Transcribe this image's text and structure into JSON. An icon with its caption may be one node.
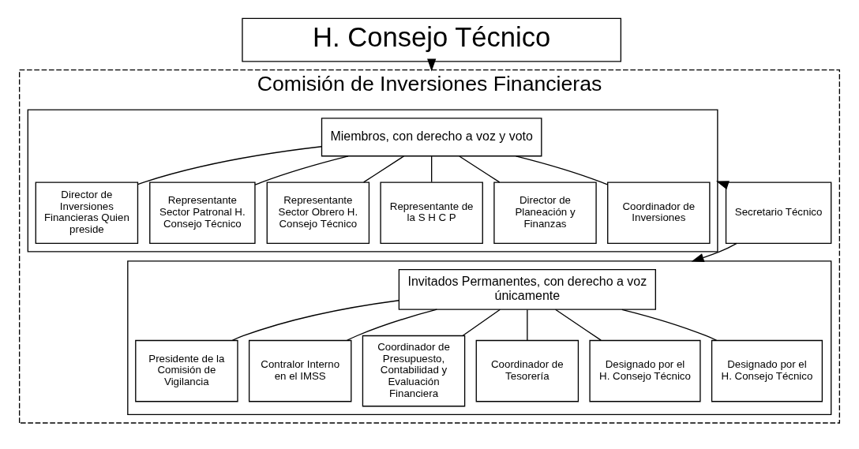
{
  "diagram": {
    "nodes": [
      {
        "text": [
          "H. Consejo Técnico"
        ]
      },
      {
        "text": [
          "Comisión de Inversiones Financieras"
        ]
      },
      {
        "text": [],
        "shape": "box",
        "in": 1
      },
      {
        "text": [
          "Miembros, con derecho a voz y voto"
        ],
        "in": 2
      },
      {
        "text": [
          "Director de Inversiones Financieras Quien preside"
        ],
        "in": 2
      },
      {
        "text": [
          "Representante Sector Patronal H. Consejo Técnico"
        ],
        "in": 2
      },
      {
        "text": [
          "Representante Sector Obrero H. Consejo Técnico"
        ],
        "in": 2
      },
      {
        "text": [
          "Representante de la S H C P"
        ],
        "in": 2
      },
      {
        "text": [
          "Director de Planeación y Finanzas"
        ],
        "in": 2
      },
      {
        "text": [
          "Coordinador de Inversiones"
        ],
        "in": 2
      },
      {
        "text": [
          "Secretario Técnico"
        ],
        "in": 1
      },
      {
        "text": [],
        "shape": "box",
        "in": 1
      },
      {
        "text": [
          "Invitados Permanentes, con derecho a voz únicamente"
        ],
        "in": 11
      },
      {
        "text": [
          "Presidente de la Comisión de Vigilancia"
        ],
        "in": 11
      },
      {
        "text": [
          "Contralor Interno en el IMSS"
        ],
        "in": 11
      },
      {
        "text": [
          "Coordinador de Presupuesto, Contabilidad y Evaluación Financiera"
        ],
        "in": 11
      },
      {
        "text": [
          "Coordinador de Tesorería"
        ],
        "in": 11
      },
      {
        "text": [
          "Designado por el H. Consejo Técnico"
        ],
        "in": 11
      },
      {
        "text": [
          "Designado por el H. Consejo Técnico"
        ],
        "in": 11
      }
    ],
    "edges": [
      {
        "from": 0,
        "to": 1,
        "arrow": "to"
      },
      {
        "from": 3,
        "to": 4,
        "arrow": "none"
      },
      {
        "from": 3,
        "to": 5,
        "arrow": "none"
      },
      {
        "from": 3,
        "to": 6,
        "arrow": "none"
      },
      {
        "from": 3,
        "to": 7,
        "arrow": "none"
      },
      {
        "from": 3,
        "to": 8,
        "arrow": "none"
      },
      {
        "from": 3,
        "to": 9,
        "arrow": "none"
      },
      {
        "from": 10,
        "to": 2,
        "arrow": "to"
      },
      {
        "from": 10,
        "to": 11,
        "arrow": "to"
      },
      {
        "from": 12,
        "to": 13,
        "arrow": "none"
      },
      {
        "from": 12,
        "to": 14,
        "arrow": "none"
      },
      {
        "from": 12,
        "to": 15,
        "arrow": "none"
      },
      {
        "from": 12,
        "to": 16,
        "arrow": "none"
      },
      {
        "from": 12,
        "to": 17,
        "arrow": "none"
      },
      {
        "from": 12,
        "to": 18,
        "arrow": "none"
      }
    ]
  }
}
